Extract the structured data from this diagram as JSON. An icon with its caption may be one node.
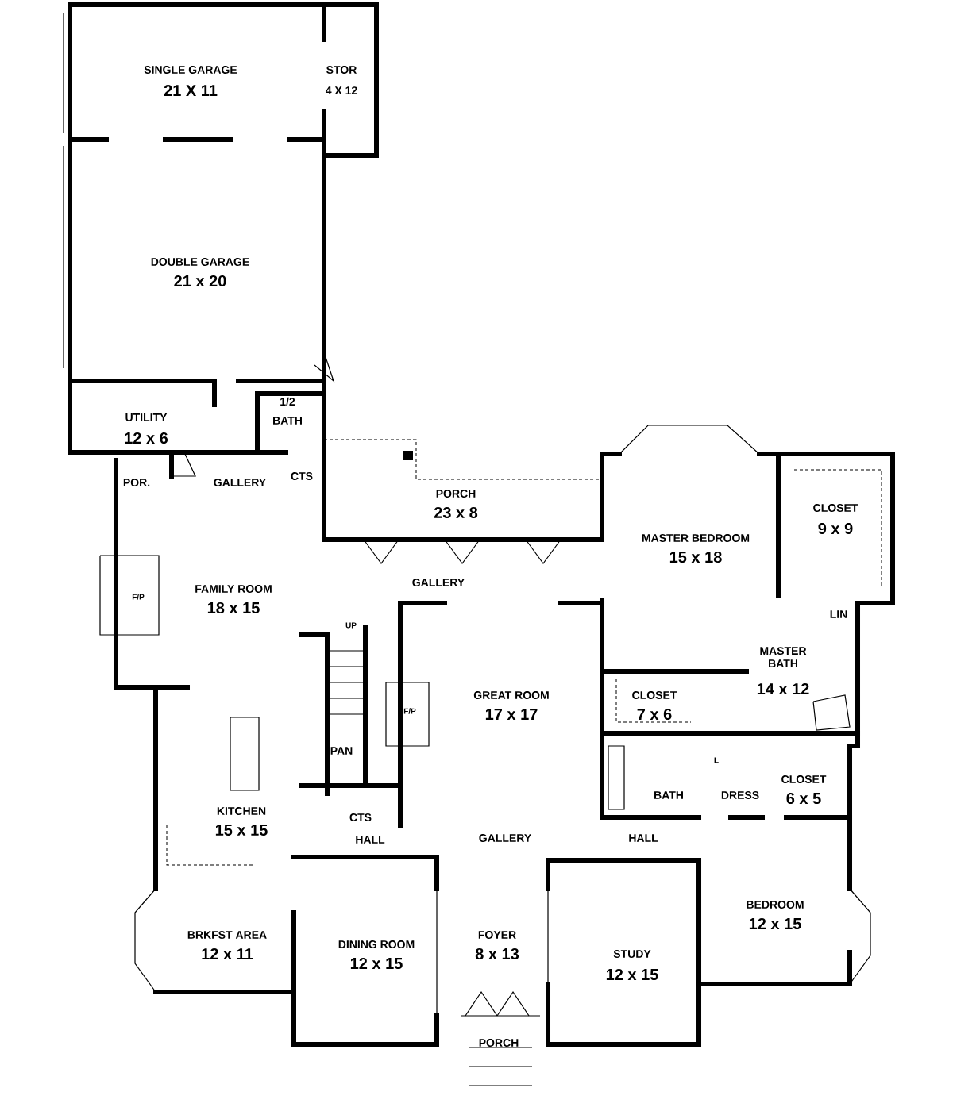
{
  "diagram": {
    "labels": [
      "SINGLE GARAGE",
      "21 X 11",
      "STOR",
      "4 X 12",
      "DOUBLE GARAGE",
      "21 x 20",
      "UTILITY",
      "12 x 6",
      "1/2",
      "BATH",
      "POR.",
      "GALLERY",
      "CTS",
      "PORCH",
      "23 x 8",
      "MASTER BEDROOM",
      "15 x 18",
      "CLOSET",
      "9 x 9",
      "FAMILY ROOM",
      "18 x 15",
      "F/P",
      "GALLERY",
      "UP",
      "GREAT ROOM",
      "17 x 17",
      "F/P",
      "LIN",
      "MASTER BATH",
      "14 x 12",
      "CLOSET",
      "7 x 6",
      "PAN",
      "BATH",
      "DRESS",
      "CLOSET",
      "6 x 5",
      "L",
      "KITCHEN",
      "15 x 15",
      "CTS",
      "HALL",
      "GALLERY",
      "HALL",
      "BEDROOM",
      "12 x 15",
      "BRKFST AREA",
      "12 x 11",
      "DINING ROOM",
      "12 x 15",
      "FOYER",
      "8 x 13",
      "STUDY",
      "12 x 15",
      "PORCH"
    ]
  }
}
